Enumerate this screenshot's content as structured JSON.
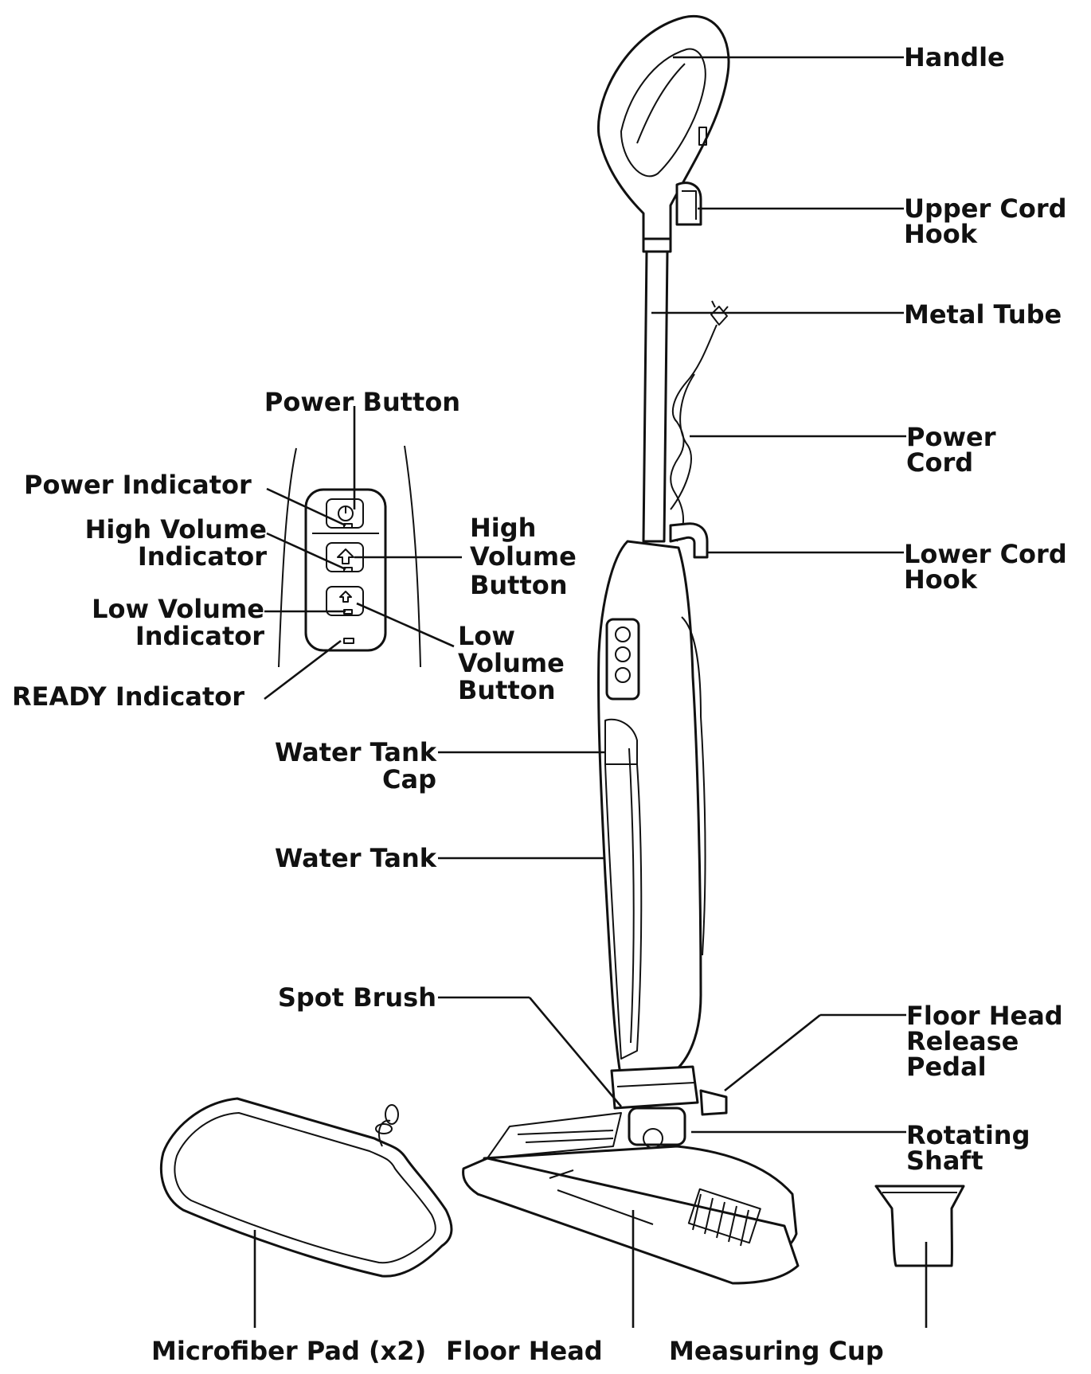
{
  "labels": {
    "handle": "Handle",
    "upper_cord_hook": "Upper Cord\nHook",
    "metal_tube": "Metal Tube",
    "power_cord": "Power\nCord",
    "lower_cord_hook": "Lower Cord\nHook",
    "floor_head_release_pedal": "Floor Head\nRelease\nPedal",
    "rotating_shaft": "Rotating\nShaft",
    "power_button": "Power Button",
    "power_indicator": "Power Indicator",
    "high_volume_indicator": "High Volume\nIndicator",
    "low_volume_indicator": "Low Volume\nIndicator",
    "ready_indicator": "READY Indicator",
    "high_volume_button": "High\nVolume\nButton",
    "low_volume_button": "Low\nVolume\nButton",
    "water_tank_cap": "Water Tank\nCap",
    "water_tank": "Water Tank",
    "spot_brush": "Spot Brush",
    "microfiber_pad": "Microfiber Pad (x2)",
    "floor_head": "Floor Head",
    "measuring_cup": "Measuring Cup"
  }
}
